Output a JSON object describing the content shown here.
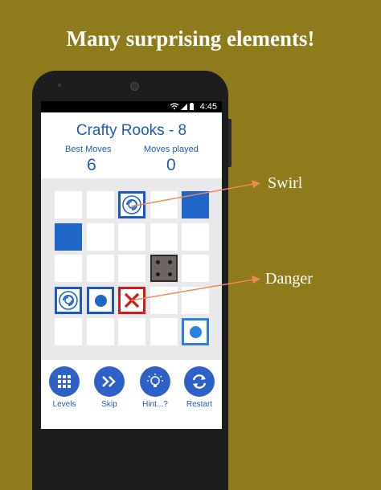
{
  "promo": {
    "headline": "Many surprising elements!"
  },
  "status_bar": {
    "time": "4:45"
  },
  "game": {
    "title": "Crafty Rooks - 8",
    "best_moves_label": "Best Moves",
    "best_moves_value": "6",
    "moves_played_label": "Moves played",
    "moves_played_value": "0"
  },
  "toolbar": {
    "levels_label": "Levels",
    "skip_label": "Skip",
    "hint_label": "Hint...?",
    "restart_label": "Restart"
  },
  "callouts": {
    "swirl": "Swirl",
    "danger": "Danger"
  },
  "colors": {
    "background": "#8f7a1c",
    "accent_blue": "#1f66c8",
    "danger_red": "#d11a1a",
    "arrow": "#ef8a56"
  },
  "board": {
    "rows": 5,
    "cols": 5,
    "cells": [
      [
        "empty",
        "empty",
        "swirl",
        "empty",
        "blue-block"
      ],
      [
        "blue-block",
        "empty",
        "empty",
        "empty",
        "empty"
      ],
      [
        "empty",
        "empty",
        "empty",
        "dice-four",
        "empty"
      ],
      [
        "swirl",
        "rook-dot",
        "danger",
        "empty",
        "empty"
      ],
      [
        "empty",
        "empty",
        "empty",
        "empty",
        "rook-dot-light"
      ]
    ]
  }
}
